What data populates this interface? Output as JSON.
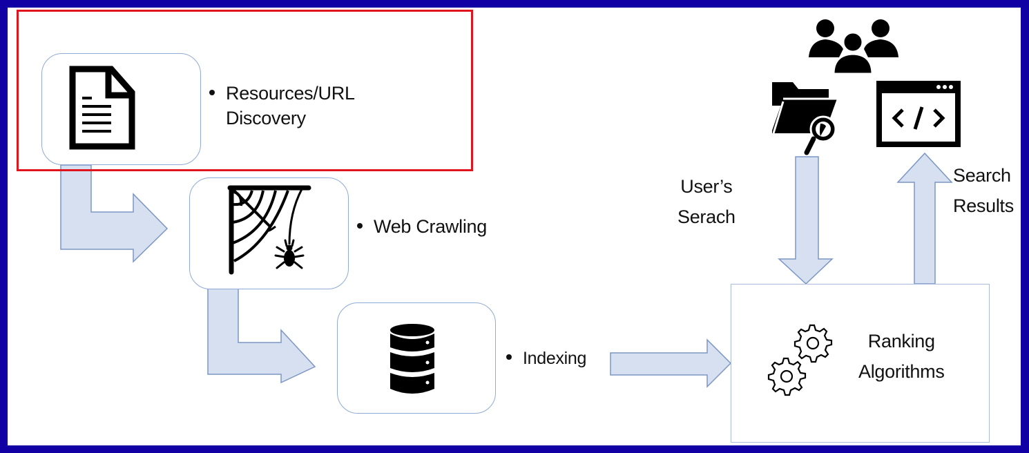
{
  "diagram": {
    "title": "Search engine pipeline",
    "highlight_color": "#e0141c",
    "frame_color": "#1100a3",
    "arrow_fill": "#d6e0f0",
    "arrow_stroke": "#7b95c4",
    "steps": [
      {
        "id": "discovery",
        "icon": "document-icon",
        "label_line1": "Resources/URL",
        "label_line2": "Discovery",
        "highlighted": true
      },
      {
        "id": "crawling",
        "icon": "spider-web-icon",
        "label": "Web Crawling"
      },
      {
        "id": "indexing",
        "icon": "database-icon",
        "label": "Indexing"
      }
    ],
    "ranking": {
      "icon": "gears-icon",
      "label_line1": "Ranking",
      "label_line2": "Algorithms"
    },
    "users": {
      "icon": "users-group-icon"
    },
    "query": {
      "icon": "folder-search-icon",
      "label_line1": "User’s",
      "label_line2": "Serach"
    },
    "results": {
      "icon": "code-window-icon",
      "label_line1": "Search",
      "label_line2": "Results"
    }
  }
}
